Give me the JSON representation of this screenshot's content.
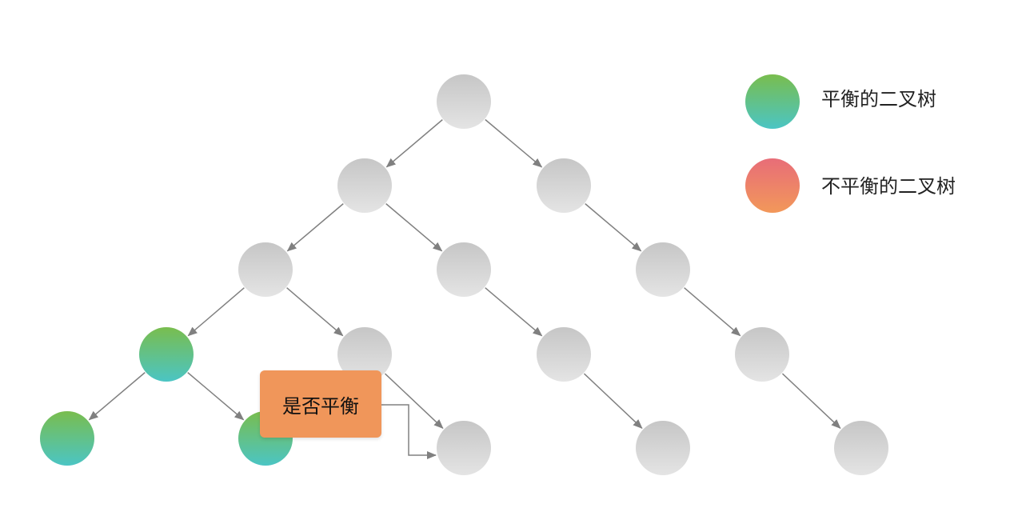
{
  "legend": {
    "balanced_label": "平衡的二叉树",
    "unbalanced_label": "不平衡的二叉树"
  },
  "check_label": "是否平衡",
  "colors": {
    "node_gray_top": "#c6c6c6",
    "node_gray_bottom": "#e4e4e4",
    "balanced_top": "#79bd4e",
    "balanced_bottom": "#4bc5c4",
    "unbalanced_top": "#e86d78",
    "unbalanced_bottom": "#f2985a",
    "check_box": "#f0965a",
    "edge": "#808080"
  },
  "tree": {
    "nodes": [
      {
        "id": "n1",
        "state": "default"
      },
      {
        "id": "n2",
        "state": "default"
      },
      {
        "id": "n3",
        "state": "default"
      },
      {
        "id": "n4",
        "state": "default"
      },
      {
        "id": "n5",
        "state": "default"
      },
      {
        "id": "n6",
        "state": "default"
      },
      {
        "id": "n7",
        "state": "balanced"
      },
      {
        "id": "n8",
        "state": "default"
      },
      {
        "id": "n9",
        "state": "default"
      },
      {
        "id": "n10",
        "state": "default"
      },
      {
        "id": "n11",
        "state": "balanced"
      },
      {
        "id": "n12",
        "state": "balanced"
      },
      {
        "id": "n13",
        "state": "default"
      },
      {
        "id": "n14",
        "state": "default"
      },
      {
        "id": "n15",
        "state": "default"
      }
    ],
    "edges": [
      [
        "n1",
        "n2"
      ],
      [
        "n1",
        "n3"
      ],
      [
        "n2",
        "n4"
      ],
      [
        "n2",
        "n5"
      ],
      [
        "n3",
        "n6"
      ],
      [
        "n4",
        "n7"
      ],
      [
        "n4",
        "n8"
      ],
      [
        "n5",
        "n9"
      ],
      [
        "n6",
        "n10"
      ],
      [
        "n7",
        "n11"
      ],
      [
        "n7",
        "n12"
      ],
      [
        "n8",
        "n13"
      ],
      [
        "n9",
        "n14"
      ],
      [
        "n10",
        "n15"
      ]
    ]
  }
}
